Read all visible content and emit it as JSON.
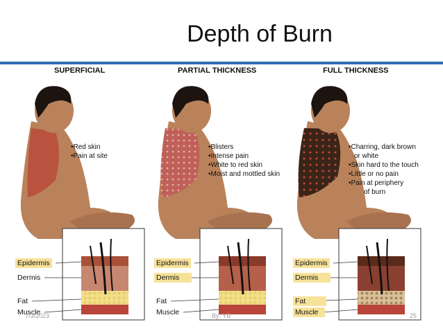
{
  "title": "Depth of Burn",
  "columns": [
    {
      "heading": "SUPERFICIAL",
      "bullets": [
        "Red skin",
        "Pain at site"
      ]
    },
    {
      "heading": "PARTIAL THICKNESS",
      "bullets": [
        "Blisters",
        "Intense pain",
        "White to red skin",
        "Moist and mottled skin"
      ]
    },
    {
      "heading": "FULL THICKNESS",
      "bullets": [
        "Charring, dark brown",
        "or white",
        "Skin hard to the touch",
        "Little or no pain",
        "Pain at periphery",
        "of burn"
      ]
    }
  ],
  "layers": {
    "epidermis": "Epidermis",
    "dermis": "Dermis",
    "fat": "Fat",
    "muscle": "Muscle"
  },
  "footer": {
    "date": "7/3/2023",
    "author": "By: YB",
    "page": "25"
  },
  "colors": {
    "rule": "#2f6db5",
    "highlight": "#f7e29a",
    "skin": "#b9825a",
    "burn_red": "#b84a3a",
    "char": "#3a2418"
  }
}
